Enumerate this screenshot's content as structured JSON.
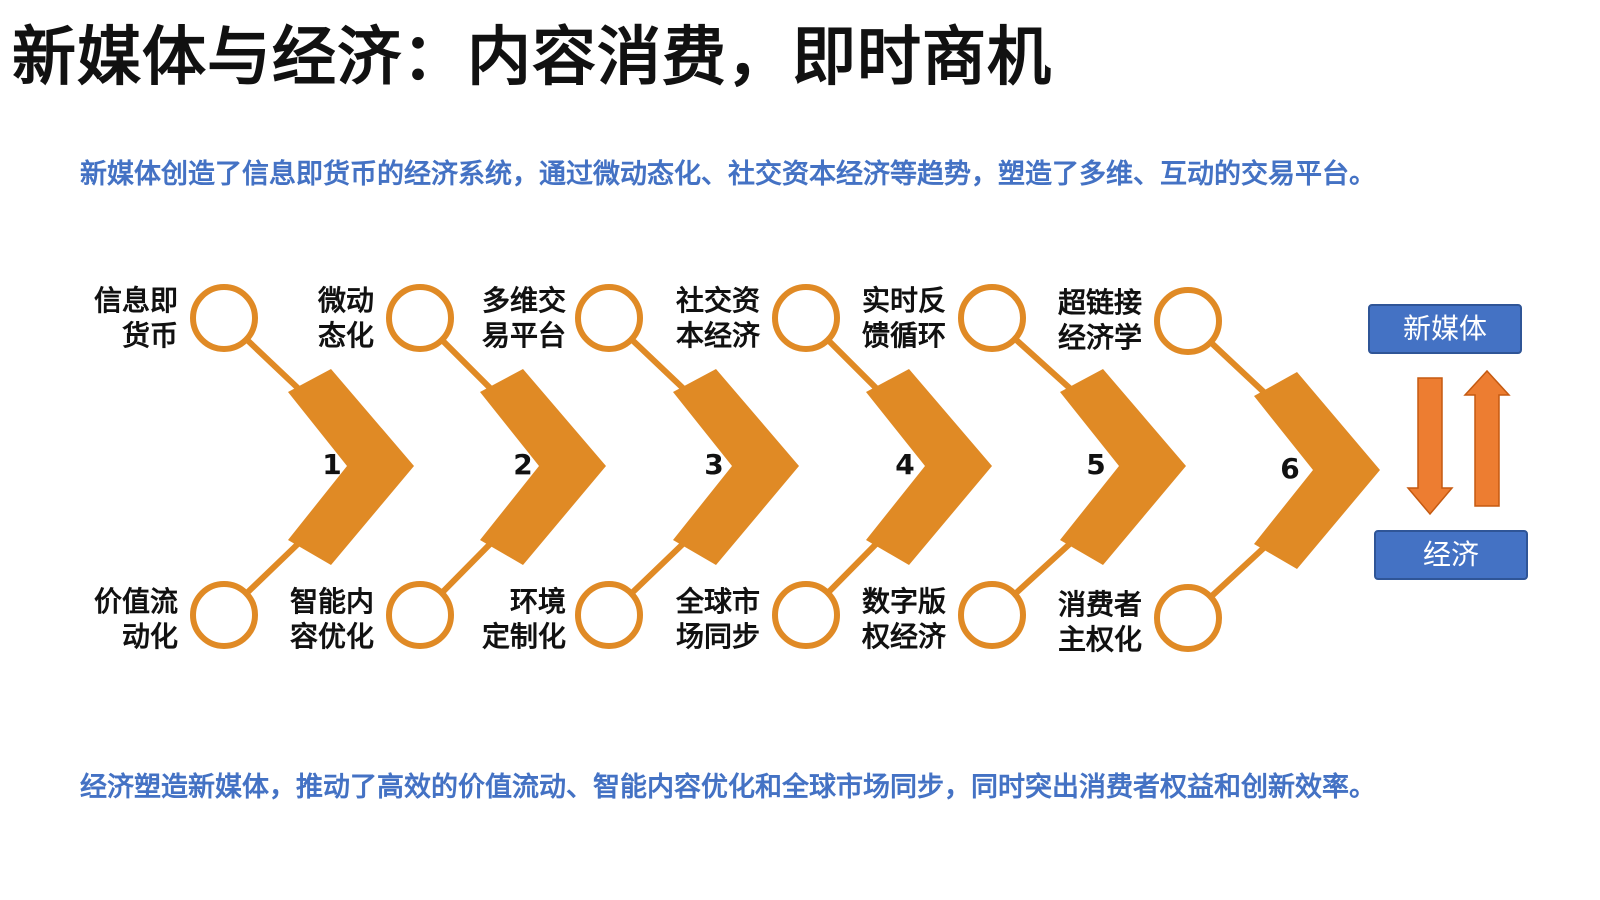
{
  "title": "新媒体与经济：内容消费，即时商机",
  "subtitle_top": "新媒体创造了信息即货币的经济系统，通过微动态化、社交资本经济等趋势，塑造了多维、互动的交易平台。",
  "subtitle_bottom": "经济塑造新媒体，推动了高效的价值流动、智能内容优化和全球市场同步，同时突出消费者权益和创新效率。",
  "steps": [
    {
      "number": "1",
      "top_label": [
        "信息即",
        "货币"
      ],
      "bottom_label": [
        "价值流",
        "动化"
      ]
    },
    {
      "number": "2",
      "top_label": [
        "微动",
        "态化"
      ],
      "bottom_label": [
        "智能内",
        "容优化"
      ]
    },
    {
      "number": "3",
      "top_label": [
        "多维交",
        "易平台"
      ],
      "bottom_label": [
        "环境",
        "定制化"
      ]
    },
    {
      "number": "4",
      "top_label": [
        "社交资",
        "本经济"
      ],
      "bottom_label": [
        "全球市",
        "场同步"
      ]
    },
    {
      "number": "5",
      "top_label": [
        "实时反",
        "馈循环"
      ],
      "bottom_label": [
        "数字版",
        "权经济"
      ]
    },
    {
      "number": "6",
      "top_label": [
        "超链接",
        "经济学"
      ],
      "bottom_label": [
        "消费者",
        "主权化"
      ]
    }
  ],
  "side": {
    "top_box": "新媒体",
    "bottom_box": "经济"
  },
  "colors": {
    "accent": "#e08a25",
    "blue": "#4472c4",
    "title": "#111111"
  }
}
